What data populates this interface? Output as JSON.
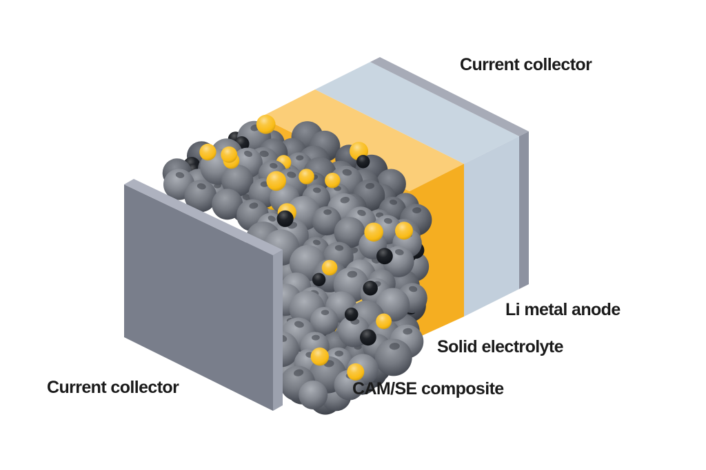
{
  "diagram": {
    "subject": "solid-state battery cell schematic"
  },
  "labels": {
    "collector_top": "Current collector",
    "collector_bottom": "Current collector",
    "anode": "Li metal anode",
    "electrolyte": "Solid electrolyte",
    "composite": "CAM/SE composite"
  },
  "colors": {
    "background": "#FFFFFF",
    "label_text": "#1A1A1A",
    "collector_front": "#797E8B",
    "collector_top_edge": "#AEB2BF",
    "collector_side_edge": "#9CA1AE",
    "right_collector_top_edge": "#A7ABB7",
    "right_collector_side_edge": "#8D92A0",
    "electrolyte_front": "#F8B42B",
    "electrolyte_top": "#FBCE78",
    "electrolyte_side": "#F5AE21",
    "anode_top": "#C9D6E1",
    "anode_side": "#C2CFDC",
    "cam_sphere_light": "#A7ABB2",
    "cam_sphere_dark": "#41454E",
    "particle_yellow": "#F9BB16",
    "particle_black": "#0C0F14"
  }
}
